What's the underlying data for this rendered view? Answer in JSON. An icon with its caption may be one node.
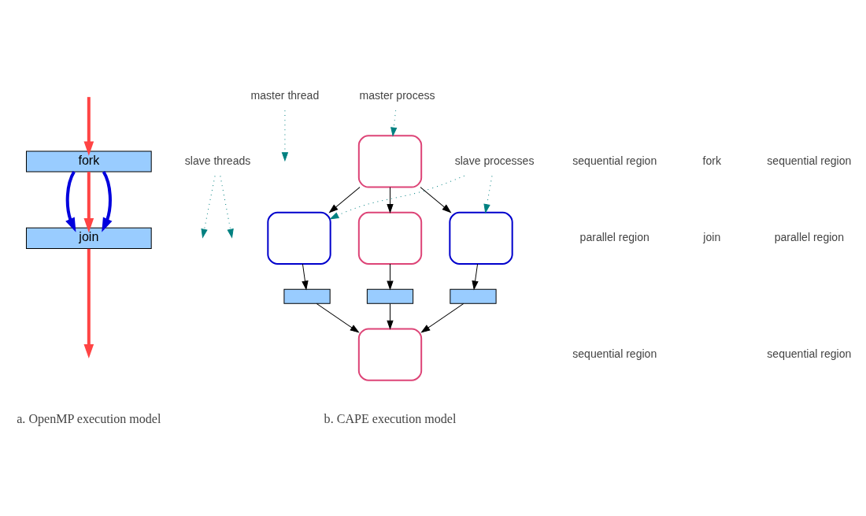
{
  "diagram": {
    "nodes": [
      {
        "text": [
          "fork"
        ]
      },
      {
        "text": [
          "join"
        ]
      },
      {
        "text": [
          "master thread"
        ]
      },
      {
        "text": [
          "slave threads"
        ]
      },
      {
        "text": [
          "master process"
        ]
      },
      {
        "text": [
          "slave processes"
        ]
      },
      {
        "text": [],
        "shape": "box"
      },
      {
        "text": [],
        "shape": "box"
      },
      {
        "text": [],
        "shape": "box"
      },
      {
        "text": [],
        "shape": "box"
      },
      {
        "text": [],
        "shape": "bar"
      },
      {
        "text": [],
        "shape": "bar"
      },
      {
        "text": [],
        "shape": "bar"
      },
      {
        "text": [],
        "shape": "box"
      }
    ],
    "edges": [
      {
        "from": null,
        "to": 0,
        "arrow": "to",
        "style": "thick",
        "color": "#ff4444"
      },
      {
        "from": 0,
        "to": 1,
        "arrow": "to",
        "style": "thick",
        "color": "#0000dd"
      },
      {
        "from": 0,
        "to": 1,
        "arrow": "to",
        "style": "thick",
        "color": "#ff4444"
      },
      {
        "from": 0,
        "to": 1,
        "arrow": "to",
        "style": "thick",
        "color": "#0000dd"
      },
      {
        "from": 1,
        "to": null,
        "arrow": "to",
        "style": "thick",
        "color": "#ff4444"
      },
      {
        "from": 2,
        "to": null,
        "arrow": "to",
        "style": "dashed",
        "color": "#008080"
      },
      {
        "from": 3,
        "to": null,
        "arrow": "to",
        "style": "dashed",
        "color": "#008080"
      },
      {
        "from": 3,
        "to": null,
        "arrow": "to",
        "style": "dashed",
        "color": "#008080"
      },
      {
        "from": 4,
        "to": 6,
        "arrow": "to",
        "style": "dashed",
        "color": "#008080"
      },
      {
        "from": 5,
        "to": 7,
        "arrow": "to",
        "style": "dashed",
        "color": "#008080"
      },
      {
        "from": 5,
        "to": 9,
        "arrow": "to",
        "style": "dashed",
        "color": "#008080"
      },
      {
        "from": 6,
        "to": 7,
        "arrow": "to"
      },
      {
        "from": 6,
        "to": 8,
        "arrow": "to"
      },
      {
        "from": 6,
        "to": 9,
        "arrow": "to"
      },
      {
        "from": 7,
        "to": 10,
        "arrow": "to"
      },
      {
        "from": 8,
        "to": 11,
        "arrow": "to"
      },
      {
        "from": 9,
        "to": 12,
        "arrow": "to"
      },
      {
        "from": 10,
        "to": 13,
        "arrow": "to"
      },
      {
        "from": 11,
        "to": 13,
        "arrow": "to"
      },
      {
        "from": 12,
        "to": 13,
        "arrow": "to"
      }
    ],
    "labels": [
      "sequential region",
      "parallel region",
      "sequential region",
      "fork",
      "join",
      "sequential region",
      "parallel region",
      "sequential region",
      "a. OpenMP execution model",
      "b. CAPE execution model"
    ]
  }
}
